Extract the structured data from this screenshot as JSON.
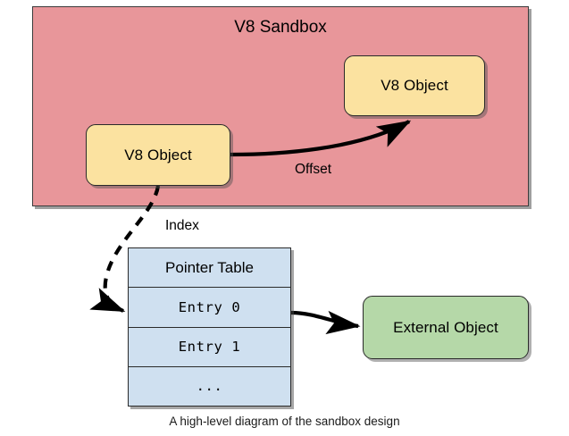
{
  "diagram": {
    "caption": "A high-level diagram of the sandbox design",
    "sandbox": {
      "title": "V8 Sandbox",
      "color": "#e8969a",
      "objects": [
        {
          "label": "V8 Object",
          "color": "#fbe2a0"
        },
        {
          "label": "V8 Object",
          "color": "#fbe2a0"
        }
      ],
      "edges": [
        {
          "label": "Offset",
          "style": "solid"
        }
      ]
    },
    "pointer_table": {
      "color": "#cfe0f0",
      "rows": [
        {
          "label": "Pointer Table",
          "kind": "header"
        },
        {
          "label": "Entry 0",
          "kind": "entry"
        },
        {
          "label": "Entry 1",
          "kind": "entry"
        },
        {
          "label": "...",
          "kind": "ellipsis"
        }
      ]
    },
    "external": {
      "label": "External Object",
      "color": "#b5d8a8"
    },
    "edges": [
      {
        "label": "Index",
        "style": "dashed",
        "from": "V8 Object",
        "to": "Entry 0"
      },
      {
        "label": "",
        "style": "solid",
        "from": "Entry 0",
        "to": "External Object"
      }
    ],
    "stroke_color": "#000000"
  }
}
